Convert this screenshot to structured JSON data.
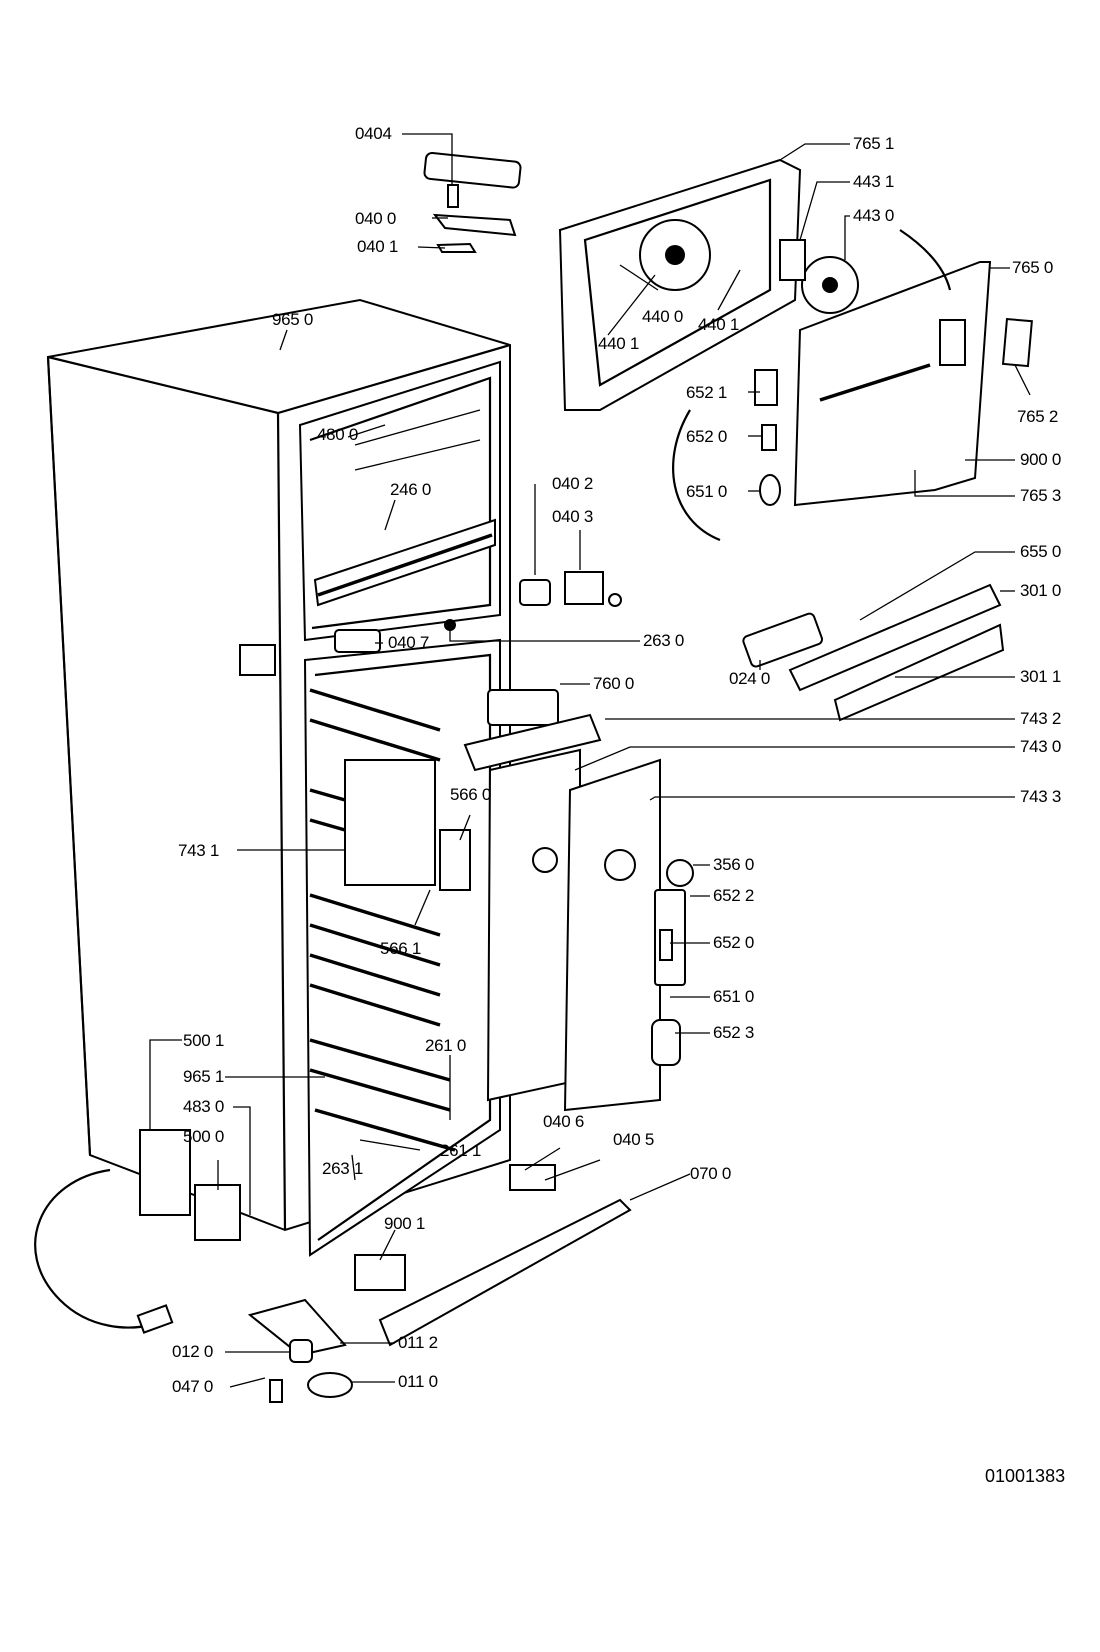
{
  "diagram": {
    "title": "Refrigerator exploded parts diagram",
    "document_number": "01001383",
    "labels": [
      {
        "id": "0404",
        "text": "0404"
      },
      {
        "id": "0400",
        "text": "040 0"
      },
      {
        "id": "0401",
        "text": "040 1"
      },
      {
        "id": "7651",
        "text": "765 1"
      },
      {
        "id": "4431",
        "text": "443 1"
      },
      {
        "id": "4430",
        "text": "443 0"
      },
      {
        "id": "7650",
        "text": "765 0"
      },
      {
        "id": "4400",
        "text": "440 0"
      },
      {
        "id": "4401a",
        "text": "440 1"
      },
      {
        "id": "4401b",
        "text": "440 1"
      },
      {
        "id": "9650",
        "text": "965 0"
      },
      {
        "id": "6521",
        "text": "652 1"
      },
      {
        "id": "7652",
        "text": "765 2"
      },
      {
        "id": "4800",
        "text": "480 0"
      },
      {
        "id": "6520a",
        "text": "652 0"
      },
      {
        "id": "9000",
        "text": "900 0"
      },
      {
        "id": "6510a",
        "text": "651 0"
      },
      {
        "id": "7653",
        "text": "765 3"
      },
      {
        "id": "2460",
        "text": "246 0"
      },
      {
        "id": "0402",
        "text": "040 2"
      },
      {
        "id": "0403",
        "text": "040 3"
      },
      {
        "id": "6550",
        "text": "655 0"
      },
      {
        "id": "3010",
        "text": "301 0"
      },
      {
        "id": "0407",
        "text": "040 7"
      },
      {
        "id": "2630",
        "text": "263 0"
      },
      {
        "id": "0240",
        "text": "024 0"
      },
      {
        "id": "3011",
        "text": "301 1"
      },
      {
        "id": "7600",
        "text": "760 0"
      },
      {
        "id": "7432",
        "text": "743 2"
      },
      {
        "id": "7430",
        "text": "743 0"
      },
      {
        "id": "5660",
        "text": "566 0"
      },
      {
        "id": "7433",
        "text": "743 3"
      },
      {
        "id": "7431",
        "text": "743 1"
      },
      {
        "id": "3560",
        "text": "356 0"
      },
      {
        "id": "6522",
        "text": "652 2"
      },
      {
        "id": "5661",
        "text": "566 1"
      },
      {
        "id": "6520b",
        "text": "652 0"
      },
      {
        "id": "6510b",
        "text": "651 0"
      },
      {
        "id": "6523",
        "text": "652 3"
      },
      {
        "id": "5001",
        "text": "500 1"
      },
      {
        "id": "2610",
        "text": "261 0"
      },
      {
        "id": "9651",
        "text": "965 1"
      },
      {
        "id": "4830",
        "text": "483 0"
      },
      {
        "id": "5000",
        "text": "500 0"
      },
      {
        "id": "0406",
        "text": "040 6"
      },
      {
        "id": "0405",
        "text": "040 5"
      },
      {
        "id": "2611",
        "text": "261 1"
      },
      {
        "id": "0700",
        "text": "070 0"
      },
      {
        "id": "2631",
        "text": "263 1"
      },
      {
        "id": "9001",
        "text": "900 1"
      },
      {
        "id": "0120",
        "text": "012 0"
      },
      {
        "id": "0112",
        "text": "011 2"
      },
      {
        "id": "0470",
        "text": "047 0"
      },
      {
        "id": "0110",
        "text": "011 0"
      }
    ]
  }
}
